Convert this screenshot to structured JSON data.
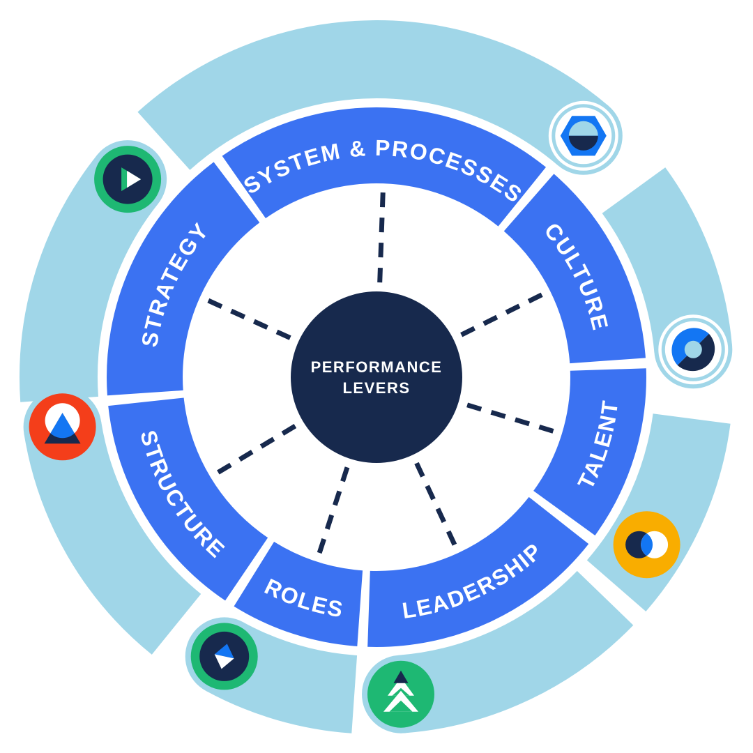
{
  "diagram": {
    "title": "Performance Levers wheel",
    "center": {
      "line1": "PERFORMANCE",
      "line2": "LEVERS"
    },
    "segments": [
      {
        "id": "system-processes",
        "label": "SYSTEM & PROCESSES"
      },
      {
        "id": "culture",
        "label": "CULTURE"
      },
      {
        "id": "talent",
        "label": "TALENT"
      },
      {
        "id": "leadership",
        "label": "LEADERSHIP"
      },
      {
        "id": "roles",
        "label": "ROLES"
      },
      {
        "id": "structure",
        "label": "STRUCTURE"
      },
      {
        "id": "strategy",
        "label": "STRATEGY"
      }
    ],
    "badges": [
      {
        "icon": "hexagon-icon",
        "position": "top-right"
      },
      {
        "icon": "lens-icon",
        "position": "right"
      },
      {
        "icon": "venn-icon",
        "position": "lower-right"
      },
      {
        "icon": "tree-icon",
        "position": "bottom"
      },
      {
        "icon": "diamond-icon",
        "position": "lower-left"
      },
      {
        "icon": "mountain-icon",
        "position": "left"
      },
      {
        "icon": "play-icon",
        "position": "upper-left"
      }
    ],
    "colors": {
      "royal_blue": "#3B72F2",
      "light_blue": "#A0D6E8",
      "navy": "#17294D",
      "green": "#1EB873",
      "red": "#F43E1A",
      "yellow": "#F9AD00",
      "bright_blue": "#1376F3",
      "white": "#FFFFFF"
    }
  }
}
